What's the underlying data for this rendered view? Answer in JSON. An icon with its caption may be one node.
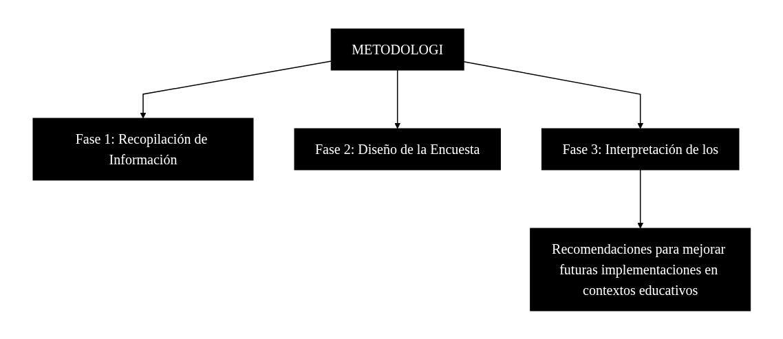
{
  "diagram": {
    "nodes": [
      {
        "text": [
          "METODOLOGI"
        ]
      },
      {
        "text": [
          "Fase 1: Recopilación de Información"
        ]
      },
      {
        "text": [
          "Fase 2: Diseño de la Encuesta"
        ]
      },
      {
        "text": [
          "Fase 3: Interpretación de los"
        ]
      },
      {
        "text": [
          "Recomendaciones para mejorar futuras implementaciones en contextos educativos"
        ]
      }
    ],
    "edges": [
      {
        "from": 0,
        "to": 1,
        "arrow": "to"
      },
      {
        "from": 0,
        "to": 2,
        "arrow": "to"
      },
      {
        "from": 0,
        "to": 3,
        "arrow": "to"
      },
      {
        "from": 3,
        "to": 4,
        "arrow": "to"
      }
    ]
  }
}
